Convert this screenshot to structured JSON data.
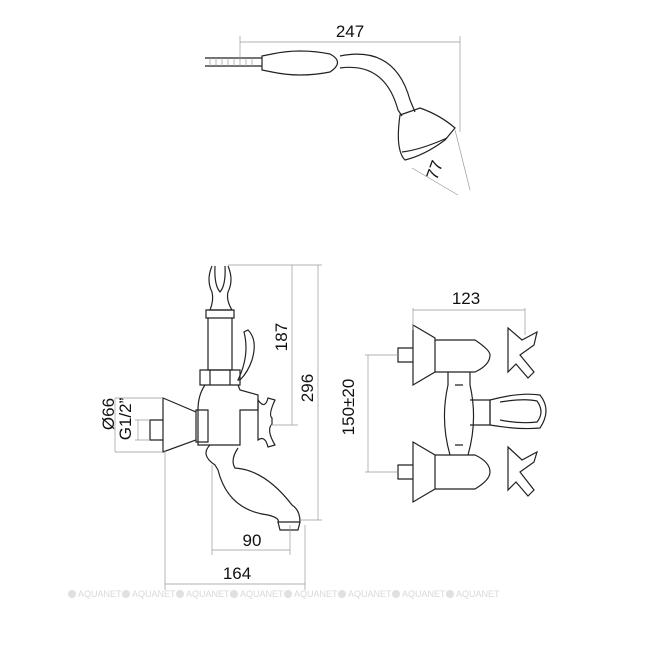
{
  "hand_shower": {
    "length": "247",
    "head_diameter": "77"
  },
  "wall_mixer_side": {
    "holder_height": "187",
    "total_height": "296",
    "flange_diameter": "Ø66",
    "thread": "G1/2”",
    "spout_reach": "90",
    "total_depth": "164"
  },
  "wall_mixer_front": {
    "width": "123",
    "center_distance": "150±20"
  },
  "watermark": [
    "AQUANET",
    "AQUANET",
    "AQUANET",
    "AQUANET",
    "AQUANET",
    "AQUANET",
    "AQUANET",
    "AQUANET"
  ]
}
